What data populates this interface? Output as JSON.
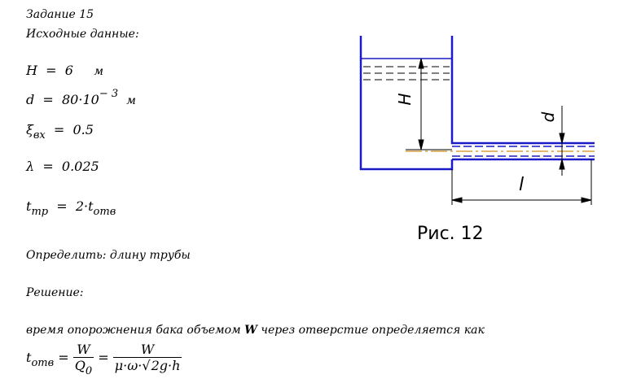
{
  "header": {
    "task": "Задание 15",
    "given": "Исходные данные:"
  },
  "given": {
    "H_sym": "H",
    "H_eq": "=",
    "H_val": "6",
    "H_unit": "м",
    "d_sym": "d",
    "d_eq": "=",
    "d_val": "80·10",
    "d_exp": "− 3",
    "d_unit": "м",
    "xi_sym": "ξ",
    "xi_sub": "вх",
    "xi_eq": "=",
    "xi_val": "0.5",
    "lam_sym": "λ",
    "lam_eq": "=",
    "lam_val": "0.025",
    "t_sym": "t",
    "t_sub": "тр",
    "t_eq": "=",
    "t_val": "2·t",
    "t_val_sub": "отв"
  },
  "task_text": "Определить: длину трубы",
  "solution_label": "Решение:",
  "solution_text_before": "время опорожнения бака объемом",
  "solution_text_W": "W",
  "solution_text_after": "через отверстие определяется как",
  "formula": {
    "lhs": "t",
    "lhs_sub": "отв",
    "eq1": "=",
    "f1_num": "W",
    "f1_den": "Q",
    "f1_den_sub": "0",
    "eq2": "=",
    "f2_num": "W",
    "f2_den_pre": "μ·ω·",
    "f2_sqrt_body": "2g·h"
  },
  "figure": {
    "label_H": "H",
    "label_d": "d",
    "label_l": "l",
    "caption": "Рис. 12"
  },
  "colors": {
    "tank": "#1a1ac8",
    "centerline": "#d8a040",
    "dim": "#000000"
  }
}
